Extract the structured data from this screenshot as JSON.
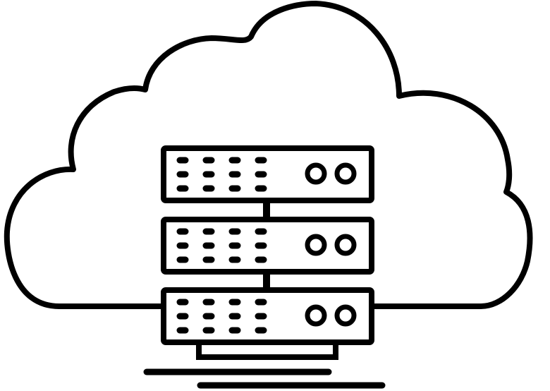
{
  "icon": {
    "name": "cloud-server-icon",
    "stroke_color": "#000000",
    "background_color": "#ffffff",
    "server_units": 3,
    "indicator_rows_per_unit": 3,
    "indicator_columns_per_unit": 4,
    "status_lights_per_unit": 2
  }
}
